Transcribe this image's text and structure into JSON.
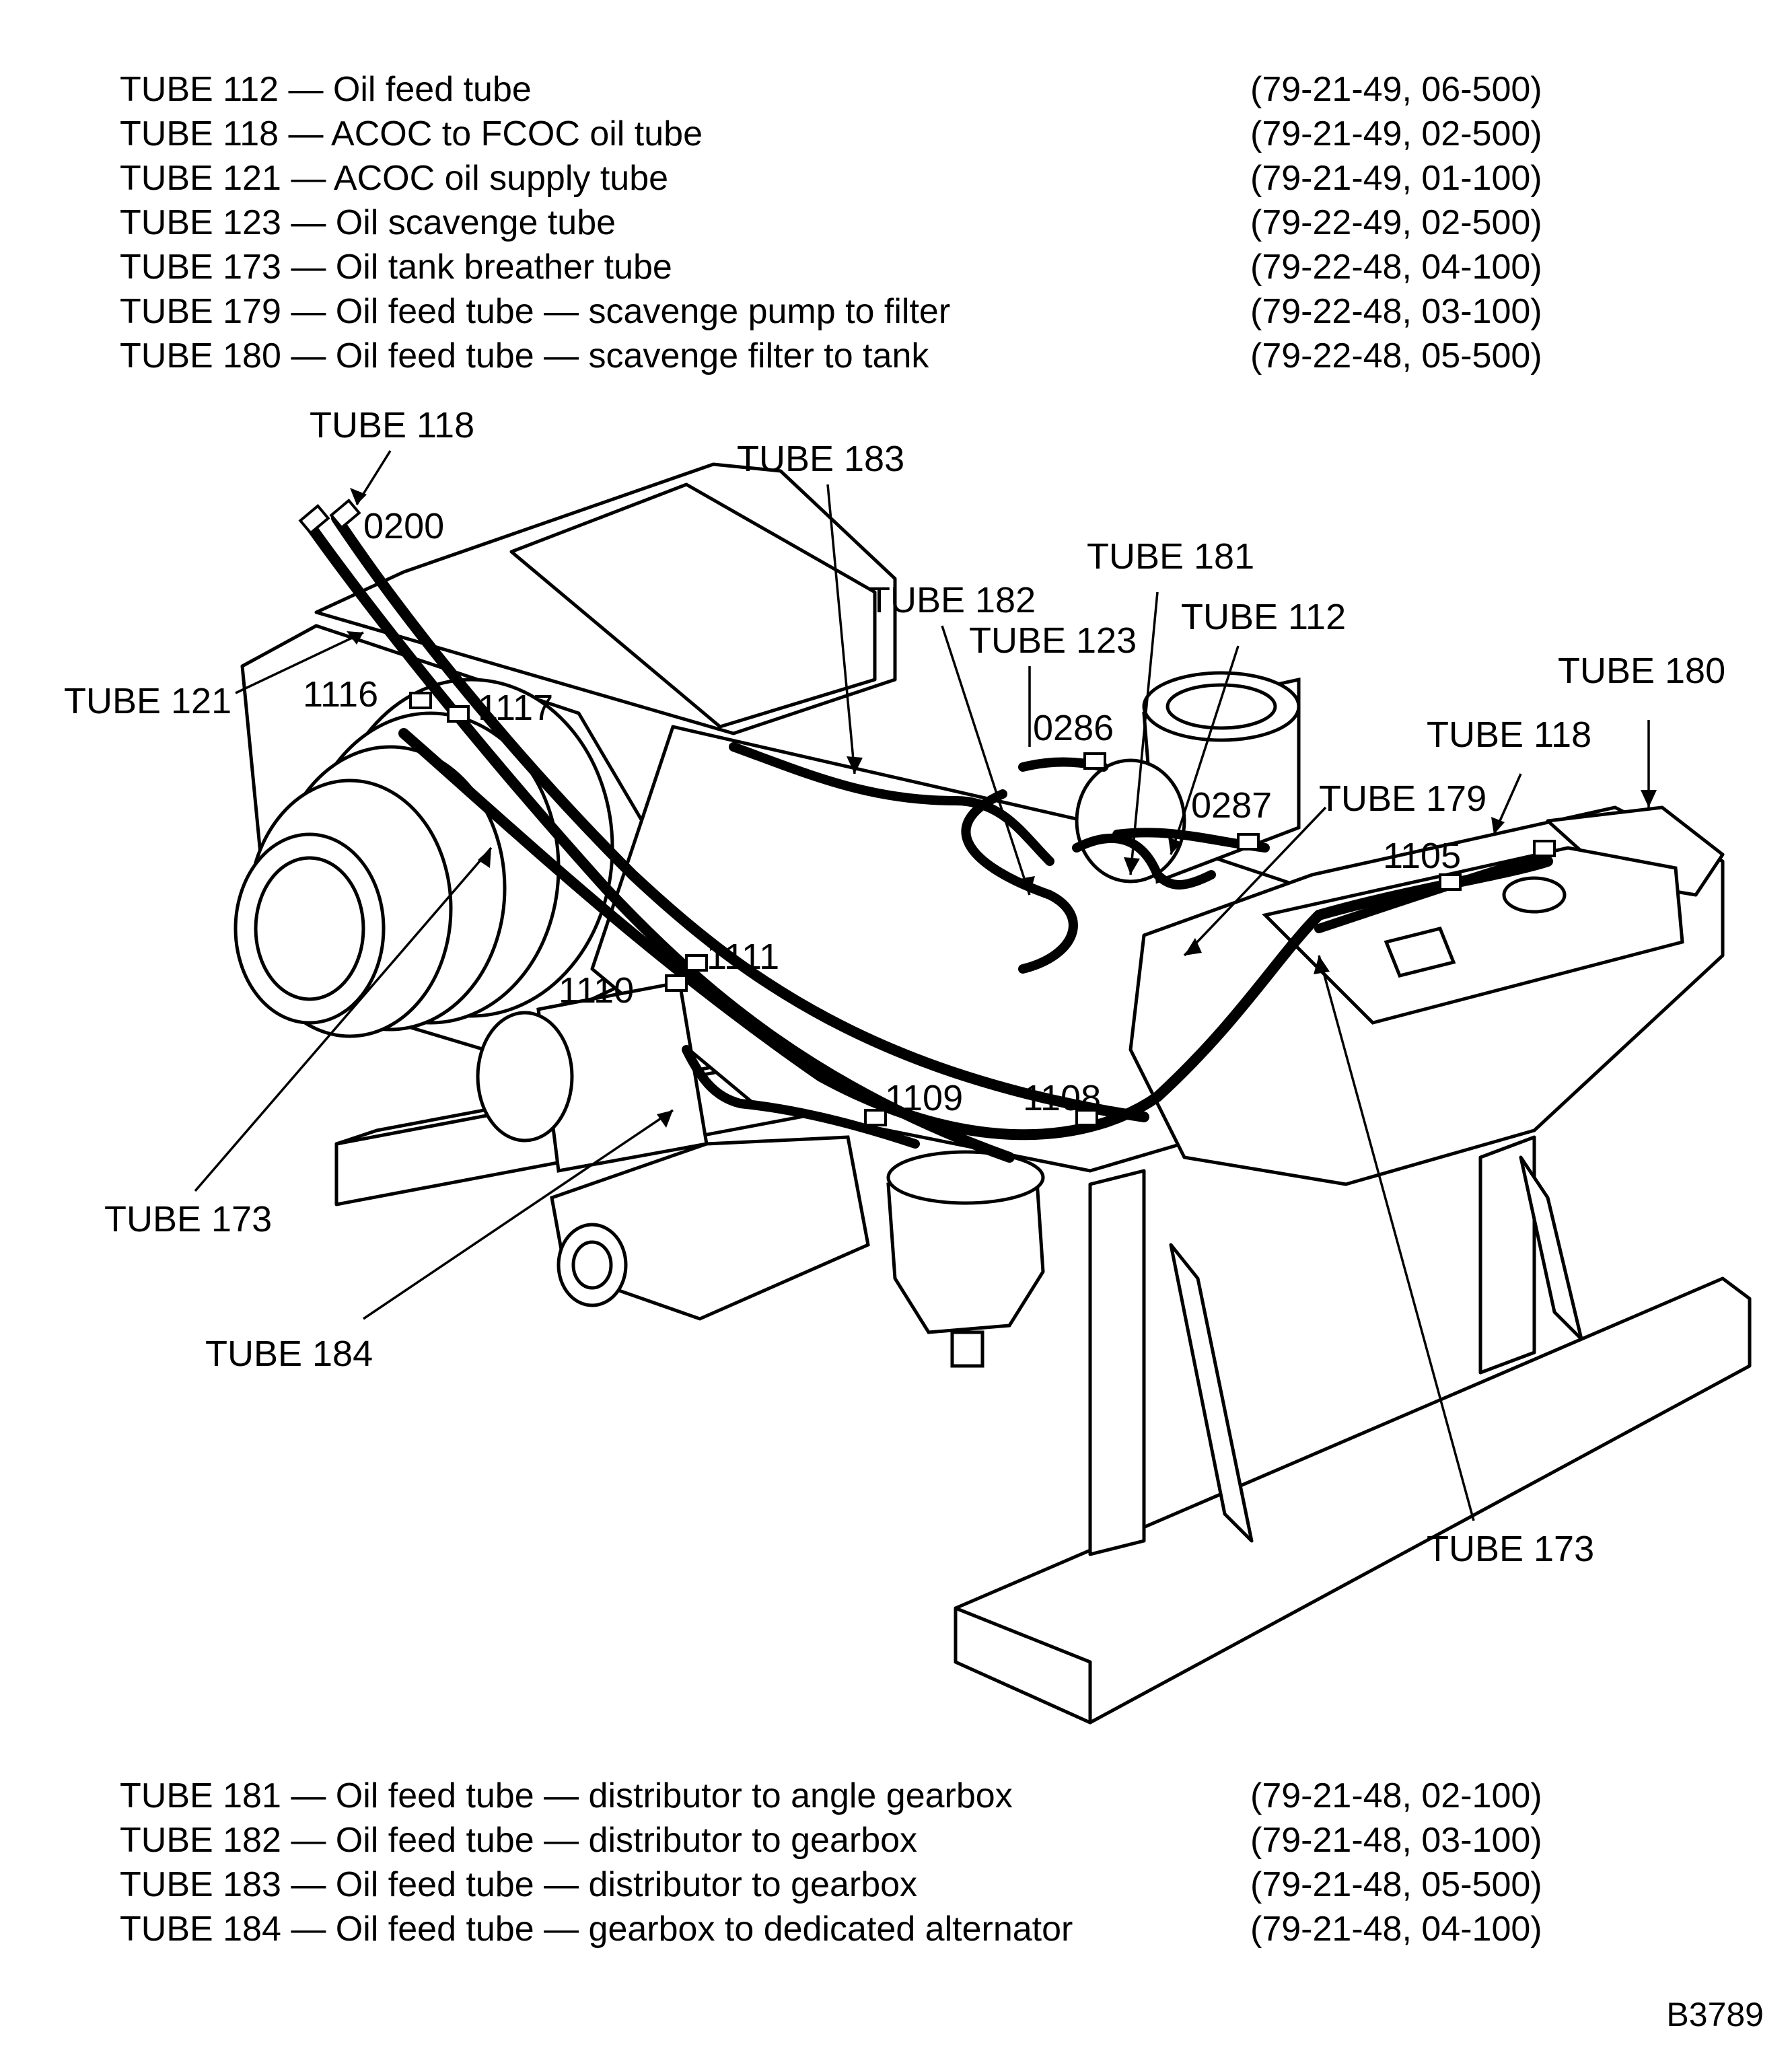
{
  "legend_top": [
    {
      "desc": "TUBE 112 — Oil feed tube",
      "ref": "(79-21-49, 06-500)"
    },
    {
      "desc": "TUBE 118 — ACOC to FCOC oil tube",
      "ref": "(79-21-49, 02-500)"
    },
    {
      "desc": "TUBE 121 — ACOC oil supply tube",
      "ref": "(79-21-49, 01-100)"
    },
    {
      "desc": "TUBE 123 — Oil scavenge tube",
      "ref": "(79-22-49, 02-500)"
    },
    {
      "desc": "TUBE 173 — Oil tank breather tube",
      "ref": "(79-22-48, 04-100)"
    },
    {
      "desc": "TUBE 179 — Oil feed tube — scavenge pump to filter",
      "ref": "(79-22-48, 03-100)"
    },
    {
      "desc": "TUBE 180 — Oil feed tube — scavenge filter to tank",
      "ref": "(79-22-48, 05-500)"
    }
  ],
  "legend_bottom": [
    {
      "desc": "TUBE 181 — Oil feed tube — distributor to angle gearbox",
      "ref": "(79-21-48, 02-100)"
    },
    {
      "desc": "TUBE 182 — Oil feed tube — distributor to gearbox",
      "ref": "(79-21-48, 03-100)"
    },
    {
      "desc": "TUBE 183 — Oil feed tube — distributor to gearbox",
      "ref": "(79-21-48, 05-500)"
    },
    {
      "desc": "TUBE 184 — Oil feed tube — gearbox to dedicated alternator",
      "ref": "(79-21-48, 04-100)"
    }
  ],
  "callouts": {
    "tube_118_a": "TUBE 118",
    "tube_118_b": "TUBE 118",
    "tube_121": "TUBE 121",
    "tube_123": "TUBE 123",
    "tube_112": "TUBE 112",
    "tube_173_a": "TUBE 173",
    "tube_173_b": "TUBE 173",
    "tube_179": "TUBE 179",
    "tube_180": "TUBE 180",
    "tube_181": "TUBE 181",
    "tube_182": "TUBE 182",
    "tube_183": "TUBE 183",
    "tube_184": "TUBE 184",
    "c0200": "0200",
    "c0286": "0286",
    "c0287": "0287",
    "c1105": "1105",
    "c1108": "1108",
    "c1109": "1109",
    "c1110": "1110",
    "c1111": "1111",
    "c1116": "1116",
    "c1117": "1117"
  },
  "figure_id": "B3789"
}
